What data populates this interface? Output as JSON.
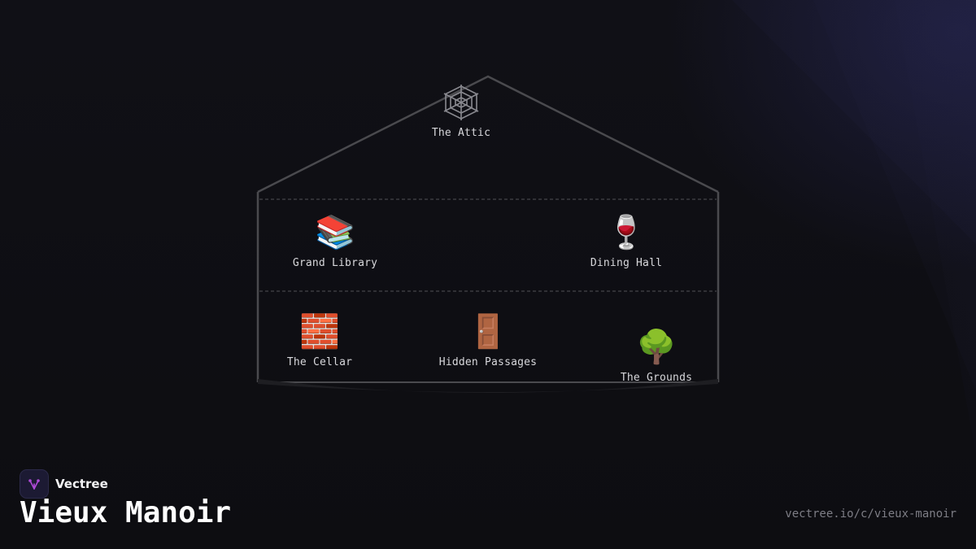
{
  "diagram": {
    "rooms": [
      {
        "id": "attic",
        "label": "The Attic",
        "icon": "spider-web-icon"
      },
      {
        "id": "library",
        "label": "Grand Library",
        "emoji": "📚",
        "icon": "books-icon"
      },
      {
        "id": "dining",
        "label": "Dining Hall",
        "emoji": "🍷",
        "icon": "wine-glass-icon"
      },
      {
        "id": "cellar",
        "label": "The Cellar",
        "emoji": "🧱",
        "icon": "brick-icon"
      },
      {
        "id": "passages",
        "label": "Hidden Passages",
        "emoji": "🚪",
        "icon": "door-icon"
      },
      {
        "id": "grounds",
        "label": "The Grounds",
        "emoji": "🌳",
        "icon": "tree-icon"
      }
    ]
  },
  "footer": {
    "brand_name": "Vectree",
    "brand_icon": "vectree-logo-icon",
    "project_title": "Vieux Manoir",
    "project_url": "vectree.io/c/vieux-manoir"
  },
  "colors": {
    "background": "#0f0f13",
    "house_stroke": "#4a4a4e",
    "label": "#d8d8dc",
    "accent": "#b04ad8"
  }
}
